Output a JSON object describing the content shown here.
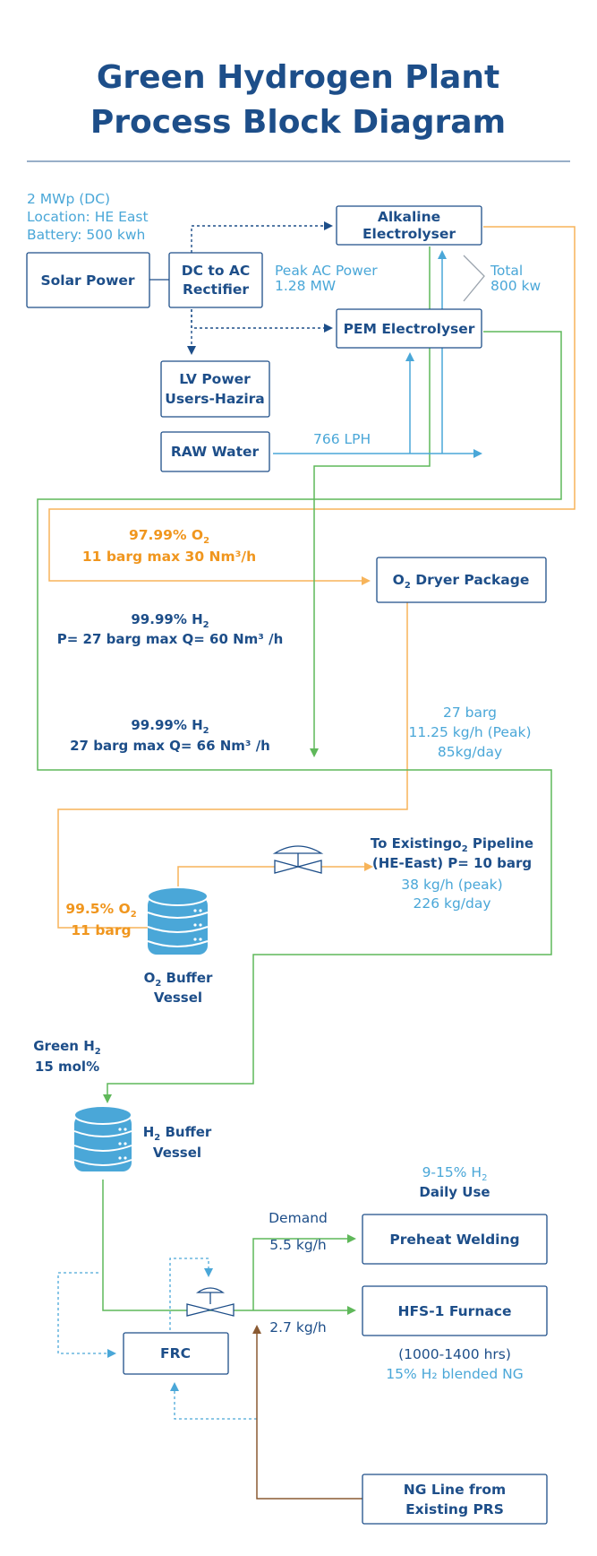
{
  "title": {
    "line1": "Green Hydrogen Plant",
    "line2": "Process Block Diagram"
  },
  "solar_info": {
    "line1": "2 MWp (DC)",
    "line2": "Location: HE East",
    "line3": "Battery: 500 kwh"
  },
  "boxes": {
    "solar": "Solar Power",
    "rectifier_1": "DC to AC",
    "rectifier_2": "Rectifier",
    "alkaline_1": "Alkaline",
    "alkaline_2": "Electrolyser",
    "pem": "PEM Electrolyser",
    "lv_1": "LV Power",
    "lv_2": "Users-Hazira",
    "raw_water": "RAW Water",
    "o2_dryer": "Dryer Package",
    "preheat": "Preheat Welding",
    "hfs": "HFS-1 Furnace",
    "frc": "FRC",
    "ng_1": "NG Line from",
    "ng_2": "Existing PRS"
  },
  "peak_ac": {
    "line1": "Peak AC Power",
    "line2": "1.28 MW"
  },
  "total": {
    "line1": "Total",
    "line2": "800 kw"
  },
  "water_flow": "766 LPH",
  "o2_stream": {
    "purity": "97.99% O",
    "sub": "2",
    "conditions": "11 barg max  30 Nm³/h"
  },
  "h2_stream_a": {
    "purity": "99.99% H",
    "sub": "2",
    "conditions": "P= 27 barg max Q= 60 Nm³ /h"
  },
  "h2_stream_b": {
    "purity": "99.99% H",
    "sub": "2",
    "conditions": "27 barg max Q= 66 Nm³ /h"
  },
  "h2_flow_info": {
    "line1": "27 barg",
    "line2": "11.25 kg/h (Peak)",
    "line3": "85kg/day"
  },
  "pipeline": {
    "line1_a": "To Existingo",
    "line1_sub": "2",
    "line1_b": " Pipeline",
    "line2": "(HE-East) P= 10 barg",
    "line3": "38 kg/h (peak)",
    "line4": "226 kg/day"
  },
  "o2_vessel_cond": {
    "line1": "99.5% O",
    "sub": "2",
    "line2": "11 barg"
  },
  "o2_vessel_label": {
    "line1_a": "O",
    "sub": "2",
    "line1_b": " Buffer",
    "line2": "Vessel"
  },
  "green_h2": {
    "line1": "Green H",
    "sub": "2",
    "line2": "15 mol%"
  },
  "h2_vessel_label": {
    "line1_a": "H",
    "sub": "2",
    "line1_b": " Buffer",
    "line2": "Vessel"
  },
  "daily": {
    "line1_a": "9-15% H",
    "sub": "2",
    "line2": "Daily Use"
  },
  "demand": {
    "label": "Demand",
    "rate1": "5.5 kg/h",
    "rate2": "2.7 kg/h"
  },
  "furnace_note": {
    "line1": "(1000-1400 hrs)",
    "line2": "15% H₂ blended NG"
  },
  "colors": {
    "navy": "#1d4e89",
    "blue": "#4aa7d8",
    "orange": "#f0961e",
    "green": "#5fb85a",
    "brown": "#8a5a32"
  }
}
